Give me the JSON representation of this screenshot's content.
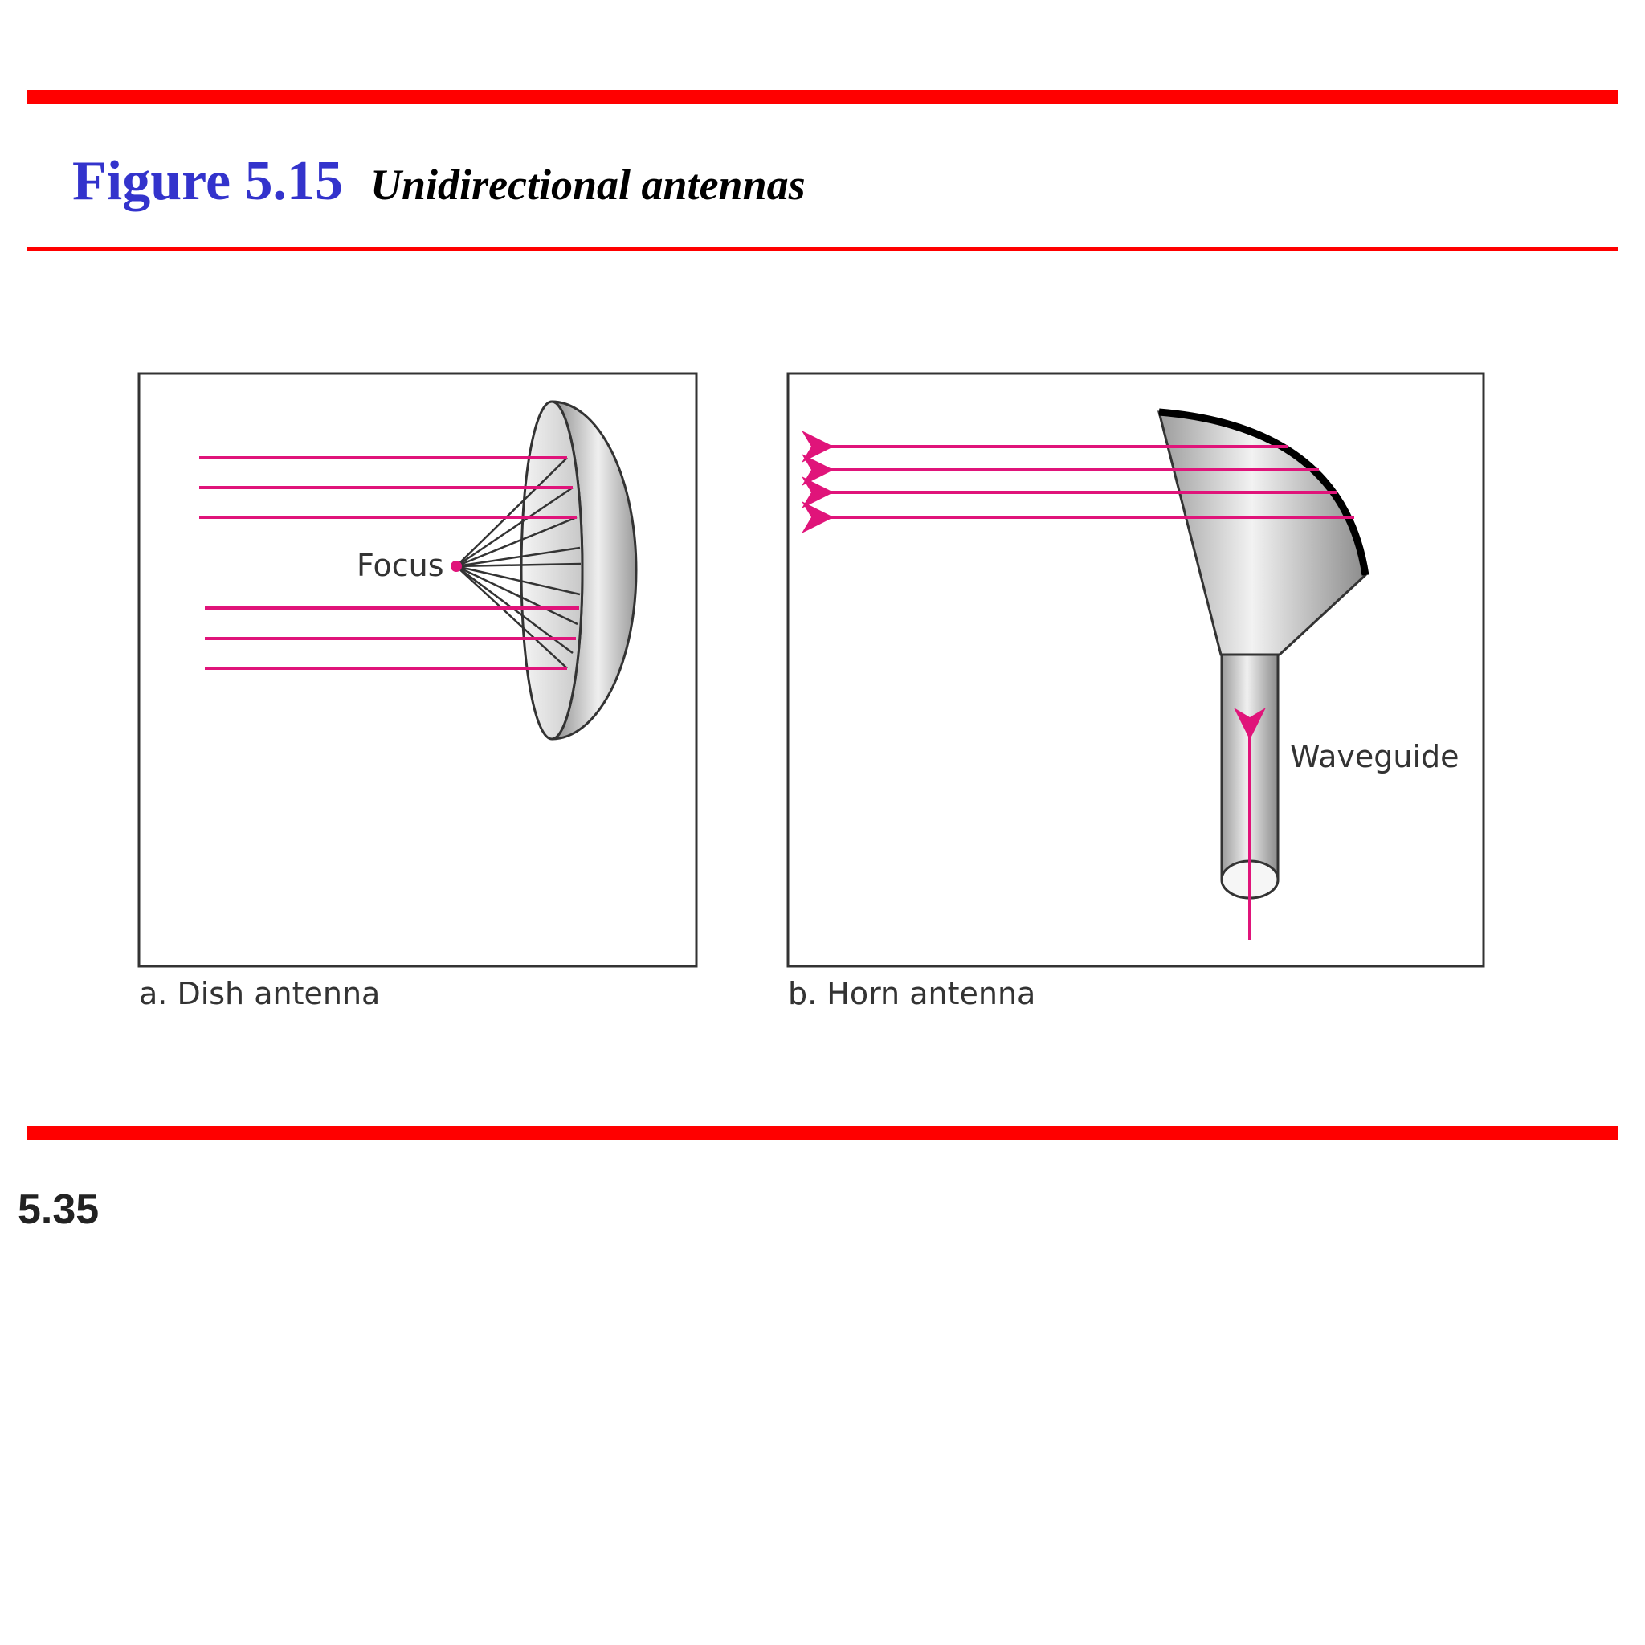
{
  "figure": {
    "number": "Figure 5.15",
    "caption": "Unidirectional antennas"
  },
  "panels": [
    {
      "caption": "a. Dish antenna",
      "labels": {
        "focus": "Focus"
      }
    },
    {
      "caption": "b. Horn antenna",
      "labels": {
        "waveguide": "Waveguide"
      }
    }
  ],
  "page_number": "5.35",
  "colors": {
    "rule": "#ff0000",
    "title": "#3333cc",
    "signal": "#e0147a"
  }
}
